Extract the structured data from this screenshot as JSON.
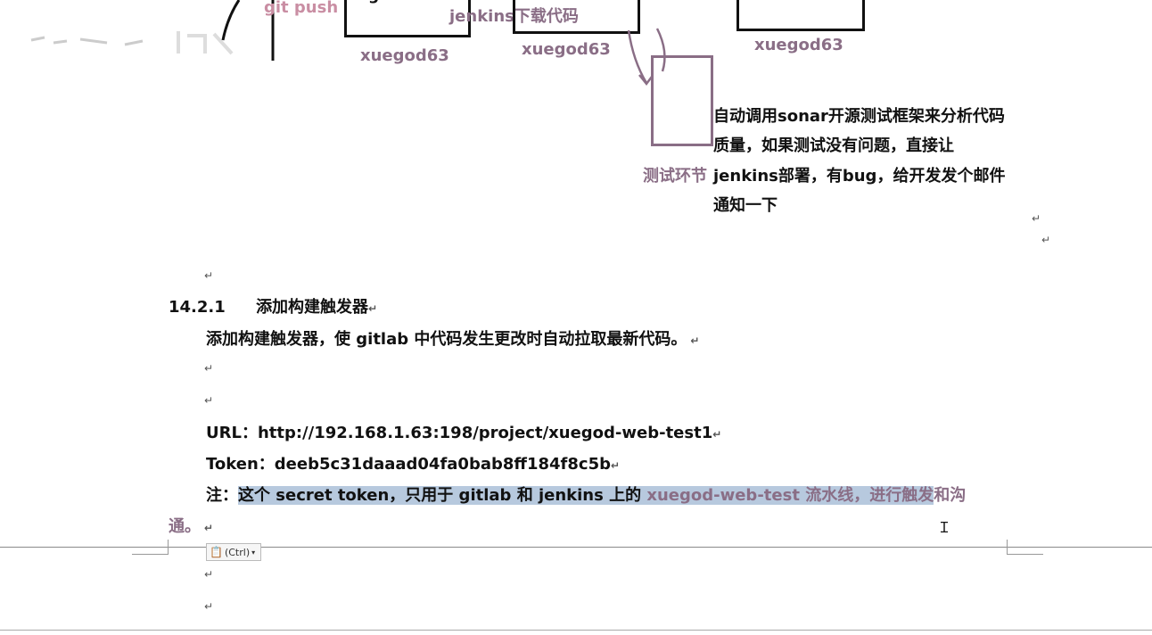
{
  "diagram": {
    "git_push": "git push",
    "gitlab": "gitlab",
    "jenkins_download": "jenkins下载代码",
    "server_labels": [
      "xuegod63",
      "xuegod63",
      "xuegod63"
    ],
    "test_stage": "测试环节",
    "sonar_note_lines": [
      "自动调用sonar开源测试框架来分析代码",
      "质量，如果测试没有问题，直接让",
      "jenkins部署，有bug，给开发发个邮件",
      "通知一下"
    ]
  },
  "section": {
    "number": "14.2.1",
    "title": "添加构建触发器"
  },
  "body": {
    "intro": "添加构建触发器，使 gitlab 中代码发生更改时自动拉取最新代码。",
    "url_label": "URL：",
    "url_value": "http://192.168.1.63:198/project/xuegod-web-test1",
    "token_label": "Token：",
    "token_value": "deeb5c31daaad04fa0bab8ff184f8c5b",
    "note_label": "注：",
    "note_highlight_1": "这个 secret token，只用于 gitlab 和 jenkins 上的 ",
    "note_highlight_2": "xuegod-web-test 流水线，进行触发",
    "note_tail": "和沟",
    "note_wrap": "通。"
  },
  "paste_options": {
    "label": "(Ctrl)"
  },
  "paragraph_mark": "↵"
}
